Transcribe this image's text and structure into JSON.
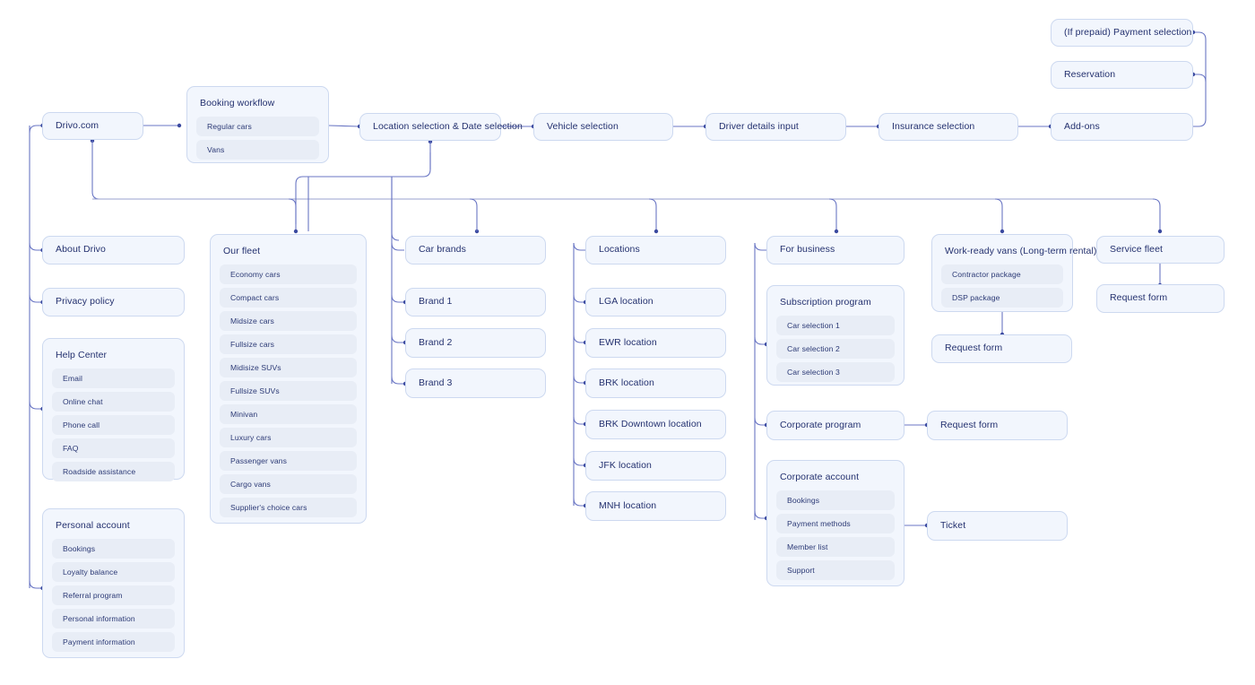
{
  "diagram": {
    "title": "Drivo.com site map / booking workflow",
    "colors": {
      "node_fill": "#f2f6fd",
      "node_border": "#cdd9f0",
      "pill_fill": "#e8edf6",
      "text": "#23306e",
      "connector": "#6a76c4",
      "bus": "#9aa2cf",
      "dot": "#3b4aa0"
    }
  },
  "nodes": {
    "root": {
      "label": "Drivo.com"
    },
    "booking_workflow": {
      "label": "Booking workflow",
      "items": [
        {
          "label": "Regular cars"
        },
        {
          "label": "Vans"
        }
      ]
    },
    "location_date": {
      "label": "Location selection & Date selection"
    },
    "vehicle_selection": {
      "label": "Vehicle selection"
    },
    "driver_details": {
      "label": "Driver details input"
    },
    "insurance_selection": {
      "label": "Insurance selection"
    },
    "addons": {
      "label": "Add-ons"
    },
    "reservation": {
      "label": "Reservation"
    },
    "payment_selection": {
      "label": "(If prepaid) Payment selection"
    },
    "about": {
      "label": "About Drivo"
    },
    "privacy": {
      "label": "Privacy policy"
    },
    "help_center": {
      "label": "Help Center",
      "items": [
        {
          "label": "Email"
        },
        {
          "label": "Online chat"
        },
        {
          "label": "Phone call"
        },
        {
          "label": "FAQ"
        },
        {
          "label": "Roadside assistance"
        }
      ]
    },
    "personal_account": {
      "label": "Personal account",
      "items": [
        {
          "label": "Bookings"
        },
        {
          "label": "Loyalty balance"
        },
        {
          "label": "Referral program"
        },
        {
          "label": "Personal information"
        },
        {
          "label": "Payment information"
        }
      ]
    },
    "our_fleet": {
      "label": "Our fleet",
      "items": [
        {
          "label": "Economy cars"
        },
        {
          "label": "Compact cars"
        },
        {
          "label": "Midsize cars"
        },
        {
          "label": "Fullsize cars"
        },
        {
          "label": "Midisize SUVs"
        },
        {
          "label": "Fullsize SUVs"
        },
        {
          "label": "Minivan"
        },
        {
          "label": "Luxury cars"
        },
        {
          "label": "Passenger vans"
        },
        {
          "label": "Cargo vans"
        },
        {
          "label": "Supplier's choice cars"
        }
      ]
    },
    "car_brands": {
      "label": "Car brands"
    },
    "brand_1": {
      "label": "Brand 1"
    },
    "brand_2": {
      "label": "Brand 2"
    },
    "brand_3": {
      "label": "Brand 3"
    },
    "locations": {
      "label": "Locations"
    },
    "loc_lga": {
      "label": "LGA location"
    },
    "loc_ewr": {
      "label": "EWR location"
    },
    "loc_brk": {
      "label": "BRK location"
    },
    "loc_brk_downtown": {
      "label": "BRK Downtown location"
    },
    "loc_jfk": {
      "label": "JFK location"
    },
    "loc_mnh": {
      "label": "MNH location"
    },
    "for_business": {
      "label": "For business"
    },
    "subscription_program": {
      "label": "Subscription program",
      "items": [
        {
          "label": "Car selection 1"
        },
        {
          "label": "Car selection 2"
        },
        {
          "label": "Car selection 3"
        }
      ]
    },
    "corporate_program": {
      "label": "Corporate program"
    },
    "corporate_program_request_form": {
      "label": "Request form"
    },
    "corporate_account": {
      "label": "Corporate account",
      "items": [
        {
          "label": "Bookings"
        },
        {
          "label": "Payment methods"
        },
        {
          "label": "Member list"
        },
        {
          "label": "Support"
        }
      ]
    },
    "ticket": {
      "label": "Ticket"
    },
    "work_ready_vans": {
      "label": "Work-ready vans (Long-term rental)",
      "items": [
        {
          "label": "Contractor package"
        },
        {
          "label": "DSP package"
        }
      ]
    },
    "work_ready_vans_request_form": {
      "label": "Request form"
    },
    "service_fleet": {
      "label": "Service fleet"
    },
    "service_fleet_request_form": {
      "label": "Request form"
    }
  }
}
